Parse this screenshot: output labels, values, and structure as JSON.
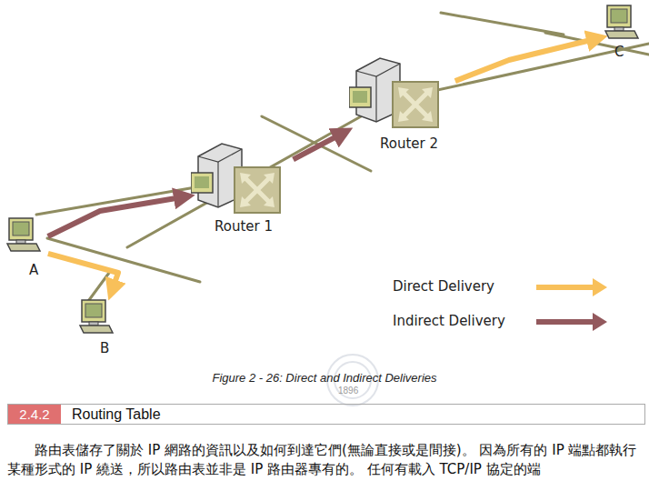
{
  "diagram": {
    "caption": "Figure 2 - 26: Direct and Indirect Deliveries",
    "nodes": [
      {
        "text": [
          "A"
        ]
      },
      {
        "text": [
          "B"
        ]
      },
      {
        "text": [
          "Router 1"
        ]
      },
      {
        "text": [
          "Router 2"
        ]
      },
      {
        "text": [
          "C"
        ]
      }
    ],
    "edges": [
      {
        "from": 0,
        "to": 2,
        "arrow": "to"
      },
      {
        "from": 2,
        "to": 3,
        "arrow": "to"
      },
      {
        "from": 3,
        "to": 4,
        "arrow": "to"
      },
      {
        "from": 0,
        "to": 1,
        "arrow": "to"
      }
    ],
    "labels": [
      "2.4.2",
      "Routing Table",
      "路由表儲存了關於 IP 網路的資訊以及如何到達它們(無論直接或是間接)。 因為所有的 IP 端點都執行某種形式的 IP 繞送，所以路由表並非是 IP 路由器專有的。 任何有載入 TCP/IP 協定的端",
      "1896"
    ],
    "legend": [
      {
        "text": "Direct Delivery",
        "color": "#f8c05a"
      },
      {
        "text": "Indirect Delivery",
        "color": "#93595d"
      }
    ]
  }
}
